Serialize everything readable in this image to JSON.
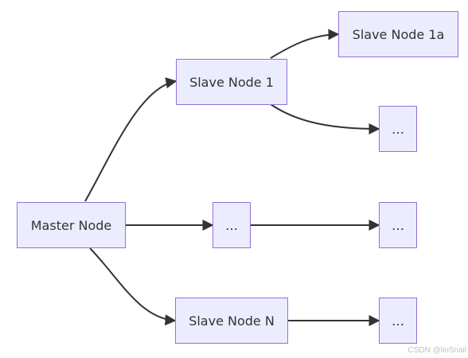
{
  "diagram": {
    "nodes": {
      "master": "Master Node",
      "slave1": "Slave Node 1",
      "slave1a": "Slave Node 1a",
      "slave1_more": "…",
      "middle": "…",
      "middle_more": "…",
      "slaveN": "Slave Node N",
      "slaveN_more": "…"
    },
    "edges": [
      {
        "from": "master",
        "to": "slave1"
      },
      {
        "from": "master",
        "to": "middle"
      },
      {
        "from": "master",
        "to": "slaveN"
      },
      {
        "from": "slave1",
        "to": "slave1a"
      },
      {
        "from": "slave1",
        "to": "slave1_more"
      },
      {
        "from": "middle",
        "to": "middle_more"
      },
      {
        "from": "slaveN",
        "to": "slaveN_more"
      }
    ],
    "colors": {
      "node_fill": "#ececff",
      "node_border": "#9370db",
      "edge": "#333333"
    }
  },
  "watermark": "CSDN @lioSnail"
}
